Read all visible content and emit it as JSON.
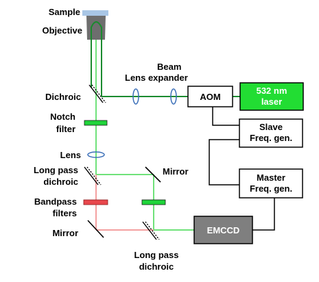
{
  "labels": {
    "sample": "Sample",
    "objective": "Objective",
    "beam": "Beam",
    "lens_expander": "Lens expander",
    "dichroic": "Dichroic",
    "notch_1": "Notch",
    "notch_2": "filter",
    "lens": "Lens",
    "long_pass_1": "Long pass",
    "long_pass_2": "dichroic",
    "mirror_right": "Mirror",
    "bandpass_1": "Bandpass",
    "bandpass_2": "filters",
    "mirror_left": "Mirror",
    "long_pass_bottom_1": "Long pass",
    "long_pass_bottom_2": "dichroic"
  },
  "boxes": {
    "aom": "AOM",
    "laser_1": "532 nm",
    "laser_2": "laser",
    "slave_1": "Slave",
    "slave_2": "Freq. gen.",
    "master_1": "Master",
    "master_2": "Freq. gen.",
    "emccd": "EMCCD"
  },
  "colors": {
    "excitation_beam": "#1a8a2e",
    "detection_green": "#6fe27a",
    "detection_red": "#f4a0a0",
    "laser_fill": "#22dd33",
    "emccd_fill": "#7f7f7f",
    "notch_filter": "#1fd43a",
    "bandpass_filter": "#e8474c",
    "lens": "#3b6fb8",
    "sample_slide": "#a9c6e6",
    "objective": "#6e6e6e"
  }
}
